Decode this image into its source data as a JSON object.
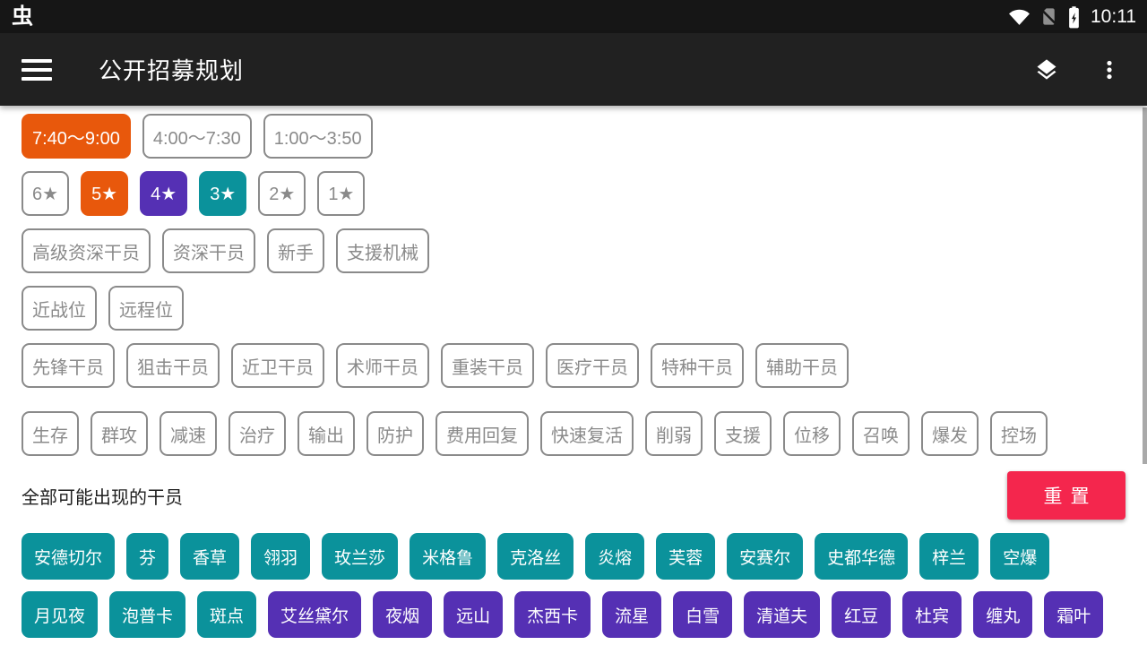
{
  "status_bar": {
    "app_icon": "虫",
    "time": "10:11",
    "icons": [
      "wifi-full-icon",
      "no-sim-icon",
      "battery-charging-icon"
    ]
  },
  "app_bar": {
    "title": "公开招募规划",
    "icons": [
      "menu-icon",
      "layers-icon",
      "overflow-menu-icon"
    ]
  },
  "colors": {
    "orange": "#E8580C",
    "purple": "#5530B4",
    "teal": "#0B929B",
    "reset_red": "#F4264D",
    "chip_gray": "#8A8A8A",
    "appbar_dark": "#212121",
    "statusbar_dark": "#161616"
  },
  "filters": {
    "rows": [
      {
        "id": "time",
        "chips": [
          {
            "label": "7:40〜9:00",
            "color": "orange"
          },
          {
            "label": "4:00〜7:30"
          },
          {
            "label": "1:00〜3:50"
          }
        ]
      },
      {
        "id": "rarity",
        "chips": [
          {
            "label": "6★"
          },
          {
            "label": "5★",
            "color": "orange"
          },
          {
            "label": "4★",
            "color": "purple"
          },
          {
            "label": "3★",
            "color": "teal"
          },
          {
            "label": "2★"
          },
          {
            "label": "1★"
          }
        ]
      },
      {
        "id": "qualification",
        "chips": [
          {
            "label": "高级资深干员"
          },
          {
            "label": "资深干员"
          },
          {
            "label": "新手"
          },
          {
            "label": "支援机械"
          }
        ]
      },
      {
        "id": "position",
        "chips": [
          {
            "label": "近战位"
          },
          {
            "label": "远程位"
          }
        ]
      },
      {
        "id": "class",
        "chips": [
          {
            "label": "先锋干员"
          },
          {
            "label": "狙击干员"
          },
          {
            "label": "近卫干员"
          },
          {
            "label": "术师干员"
          },
          {
            "label": "重装干员"
          },
          {
            "label": "医疗干员"
          },
          {
            "label": "特种干员"
          },
          {
            "label": "辅助干员"
          }
        ]
      },
      {
        "id": "tags",
        "extra_gap": true,
        "chips": [
          {
            "label": "生存"
          },
          {
            "label": "群攻"
          },
          {
            "label": "减速"
          },
          {
            "label": "治疗"
          },
          {
            "label": "输出"
          },
          {
            "label": "防护"
          },
          {
            "label": "费用回复"
          },
          {
            "label": "快速复活"
          },
          {
            "label": "削弱"
          },
          {
            "label": "支援"
          },
          {
            "label": "位移"
          },
          {
            "label": "召唤"
          },
          {
            "label": "爆发"
          },
          {
            "label": "控场"
          }
        ]
      }
    ]
  },
  "section": {
    "title": "全部可能出现的干员",
    "reset_label": "重置"
  },
  "operators": {
    "rows": [
      [
        {
          "name": "安德切尔",
          "color": "teal"
        },
        {
          "name": "芬",
          "color": "teal"
        },
        {
          "name": "香草",
          "color": "teal"
        },
        {
          "name": "翎羽",
          "color": "teal"
        },
        {
          "name": "玫兰莎",
          "color": "teal"
        },
        {
          "name": "米格鲁",
          "color": "teal"
        },
        {
          "name": "克洛丝",
          "color": "teal"
        },
        {
          "name": "炎熔",
          "color": "teal"
        },
        {
          "name": "芙蓉",
          "color": "teal"
        },
        {
          "name": "安赛尔",
          "color": "teal"
        },
        {
          "name": "史都华德",
          "color": "teal"
        },
        {
          "name": "梓兰",
          "color": "teal"
        },
        {
          "name": "空爆",
          "color": "teal"
        }
      ],
      [
        {
          "name": "月见夜",
          "color": "teal"
        },
        {
          "name": "泡普卡",
          "color": "teal"
        },
        {
          "name": "斑点",
          "color": "teal"
        },
        {
          "name": "艾丝黛尔",
          "color": "purple"
        },
        {
          "name": "夜烟",
          "color": "purple"
        },
        {
          "name": "远山",
          "color": "purple"
        },
        {
          "name": "杰西卡",
          "color": "purple"
        },
        {
          "name": "流星",
          "color": "purple"
        },
        {
          "name": "白雪",
          "color": "purple"
        },
        {
          "name": "清道夫",
          "color": "purple"
        },
        {
          "name": "红豆",
          "color": "purple"
        },
        {
          "name": "杜宾",
          "color": "purple"
        },
        {
          "name": "缠丸",
          "color": "purple"
        },
        {
          "name": "霜叶",
          "color": "purple"
        }
      ]
    ]
  }
}
